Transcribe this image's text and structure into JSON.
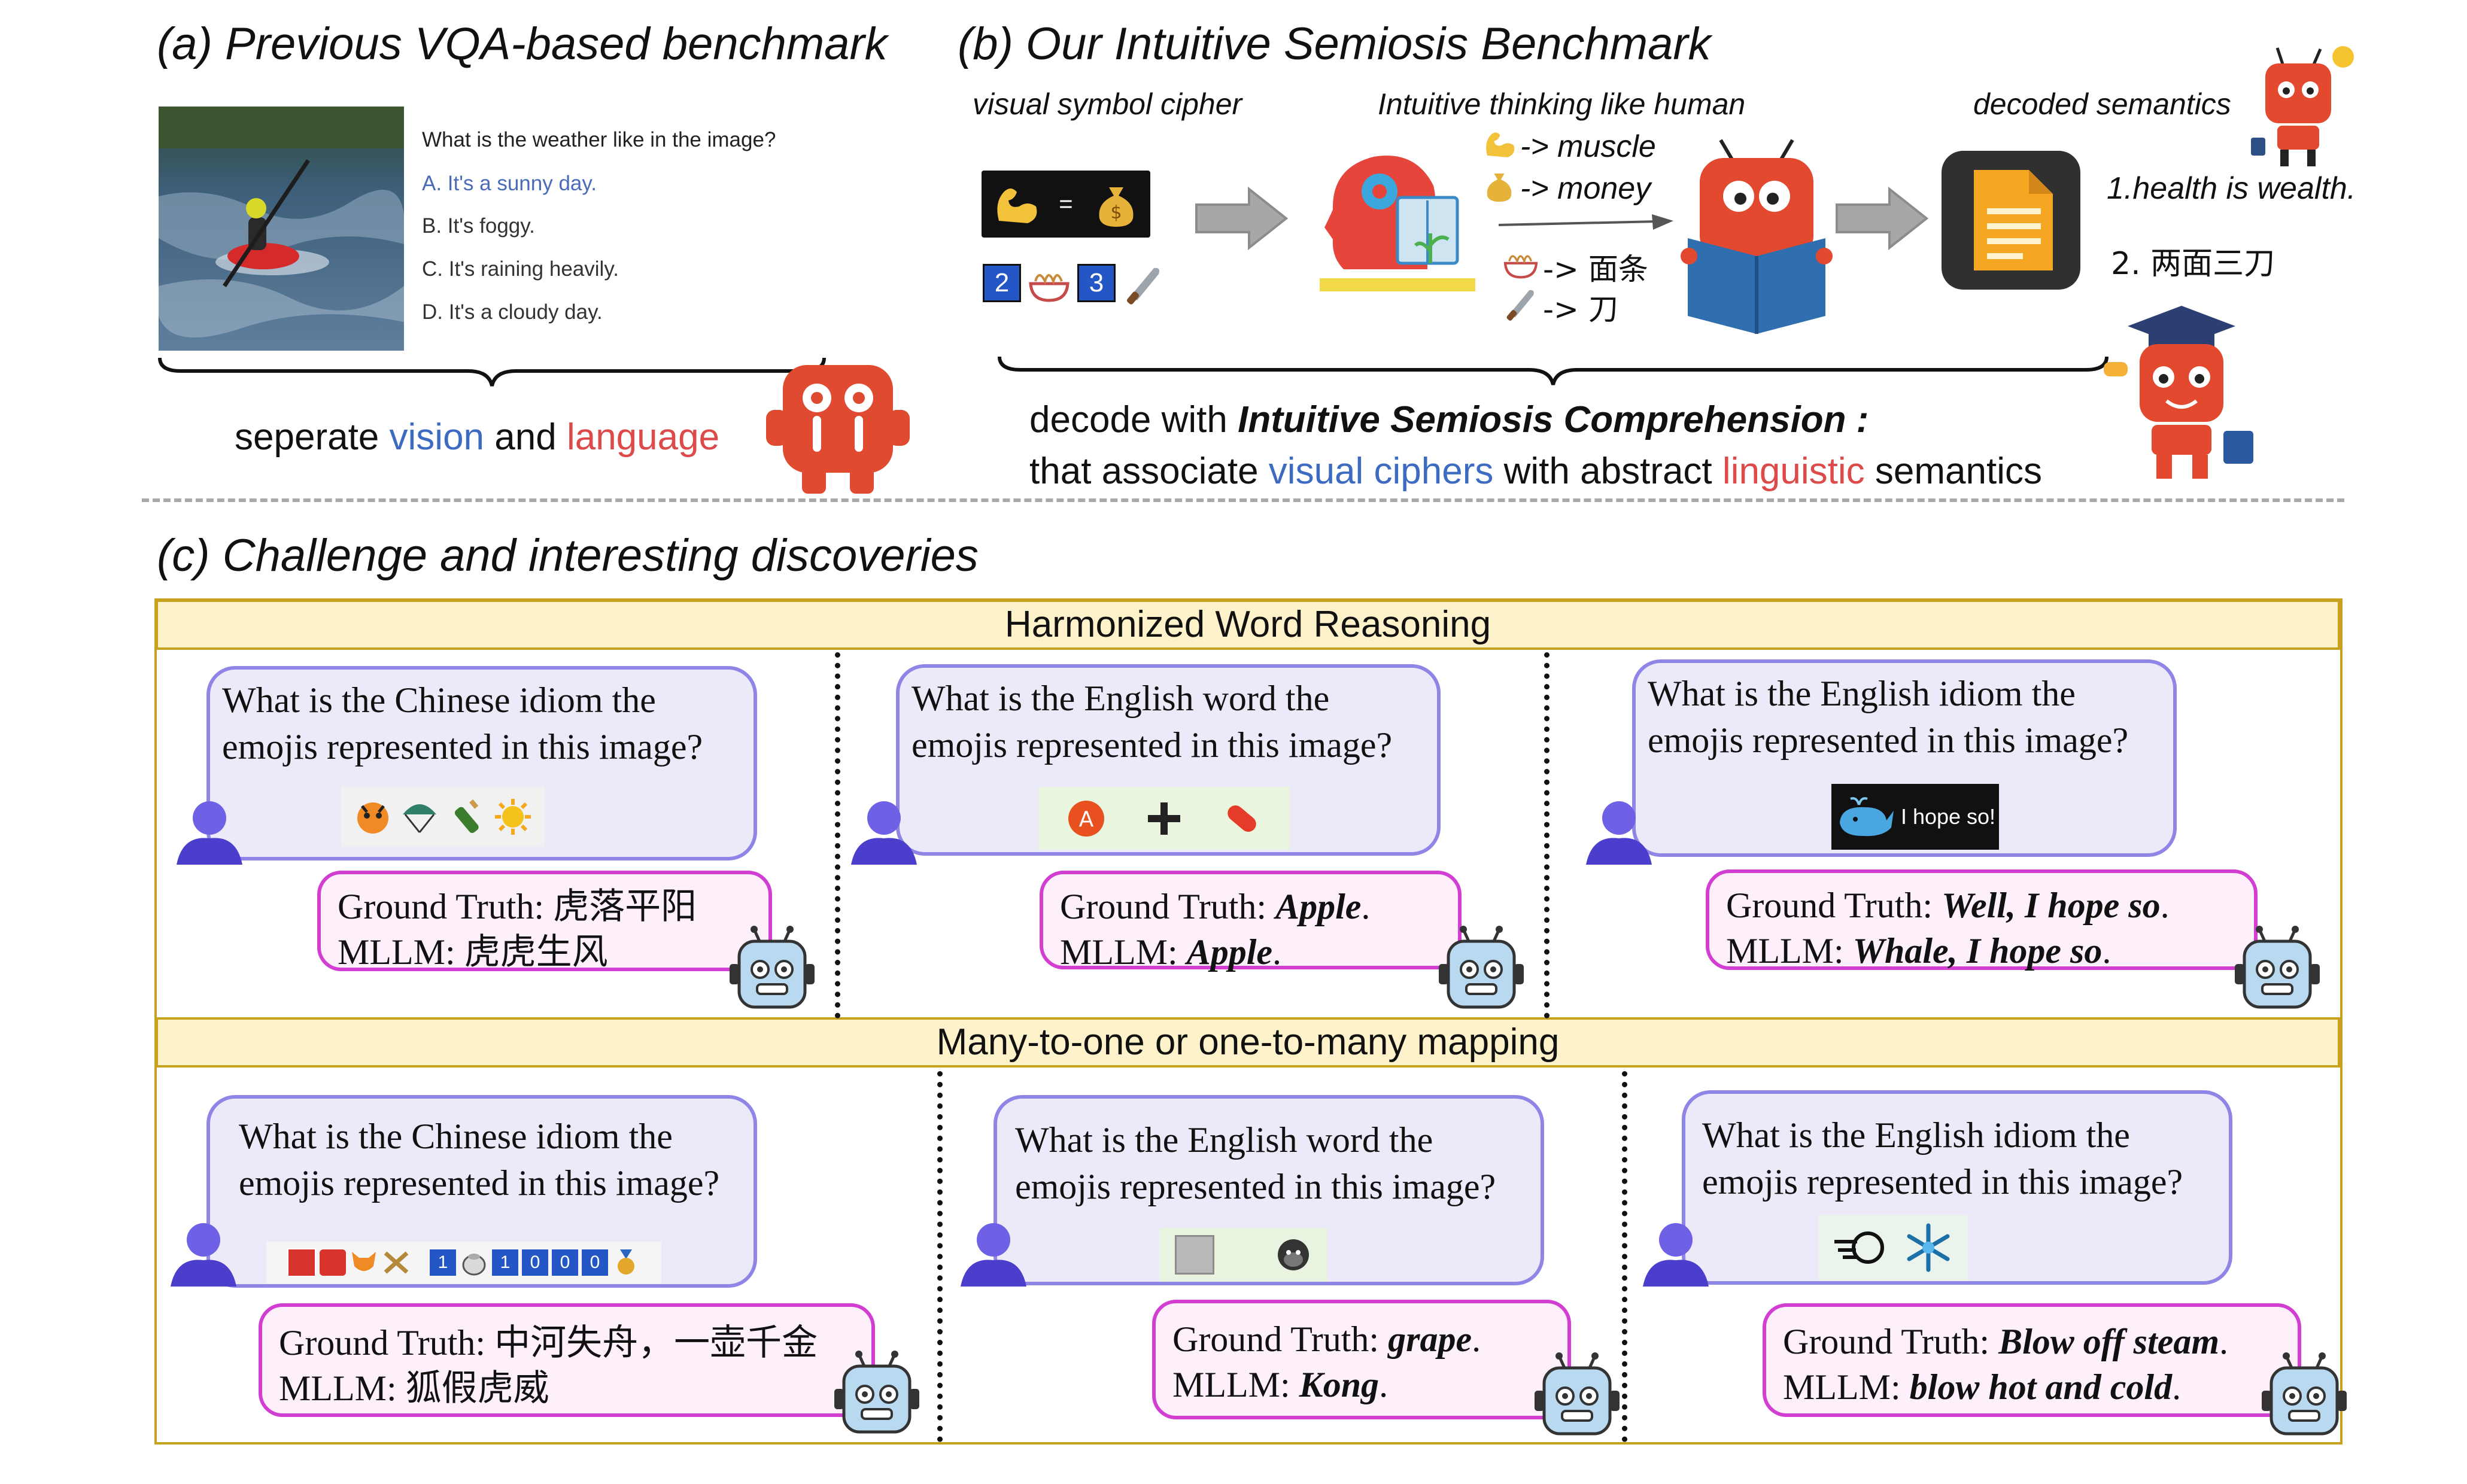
{
  "panel_a": {
    "title": "(a) Previous VQA-based benchmark",
    "question": "What is the weather like in the image?",
    "options": [
      "A. It's a sunny day.",
      "B. It's foggy.",
      "C. It's raining heavily.",
      "D. It's a cloudy day."
    ],
    "caption_pre": "seperate ",
    "caption_vision": "vision",
    "caption_and": " and ",
    "caption_language": "language"
  },
  "panel_b": {
    "title": "(b) Our Intuitive Semiosis Benchmark",
    "label_cipher": "visual symbol cipher",
    "label_thinking": "Intuitive thinking like human",
    "label_decoded": "decoded semantics",
    "map_muscle": "-> muscle",
    "map_money": "-> money",
    "map_noodle": "-> 面条",
    "map_knife": "-> 刀",
    "cipher_num_1": "2",
    "cipher_num_2": "3",
    "result_1": "1.health is wealth.",
    "result_2": "2. 两面三刀",
    "decode_pre": "decode with ",
    "decode_bold": "Intuitive Semiosis Comprehension :",
    "assoc_pre": "that associate ",
    "assoc_blue": "visual ciphers",
    "assoc_mid": " with abstract ",
    "assoc_red": "linguistic",
    "assoc_post": " semantics"
  },
  "panel_c": {
    "title": "(c) Challenge and interesting discoveries",
    "band_1": "Harmonized Word Reasoning",
    "band_2": "Many-to-one or one-to-many mapping",
    "gt_label": "Ground Truth: ",
    "mllm_label": "MLLM: ",
    "examples": [
      {
        "question": "What is the Chinese idiom the emojis represented in this image?",
        "gt": "虎落平阳",
        "mllm": "虎虎生风"
      },
      {
        "question": "What is the English word the emojis represented in this image?",
        "gt": "Apple",
        "mllm": "Apple"
      },
      {
        "question": "What is the English idiom the emojis represented in this image?",
        "emoji_text": "I hope so!",
        "gt": "Well, I hope so",
        "mllm": "Whale, I hope so"
      },
      {
        "question": "What is the Chinese idiom the emojis represented in this image?",
        "gt": "中河失舟，一壶千金",
        "mllm": "狐假虎威"
      },
      {
        "question": "What is the English word the emojis represented in this image?",
        "gt": "grape",
        "mllm": "Kong"
      },
      {
        "question": "What is the English idiom the emojis represented in this image?",
        "gt": "Blow off steam",
        "mllm": "blow hot and cold"
      }
    ],
    "e4_digits": [
      "1",
      "1",
      "0",
      "0",
      "0"
    ]
  },
  "colors": {
    "blue": "#3d6bc1",
    "red": "#dc4a4a",
    "band_fill": "#fdf2c9",
    "band_border": "#c7a21e",
    "question_border": "#8f85e6",
    "answer_border": "#d13ed1"
  },
  "icons": [
    "kayak-photo",
    "robot-mascot-icon",
    "flexed-biceps-emoji",
    "money-bag-emoji",
    "noodle-emoji",
    "knife-emoji",
    "arrow-right-icon",
    "human-head-thinking-icon",
    "robot-reading-book-icon",
    "document-icon",
    "graduate-robot-icon",
    "user-avatar-icon",
    "bot-face-icon"
  ]
}
